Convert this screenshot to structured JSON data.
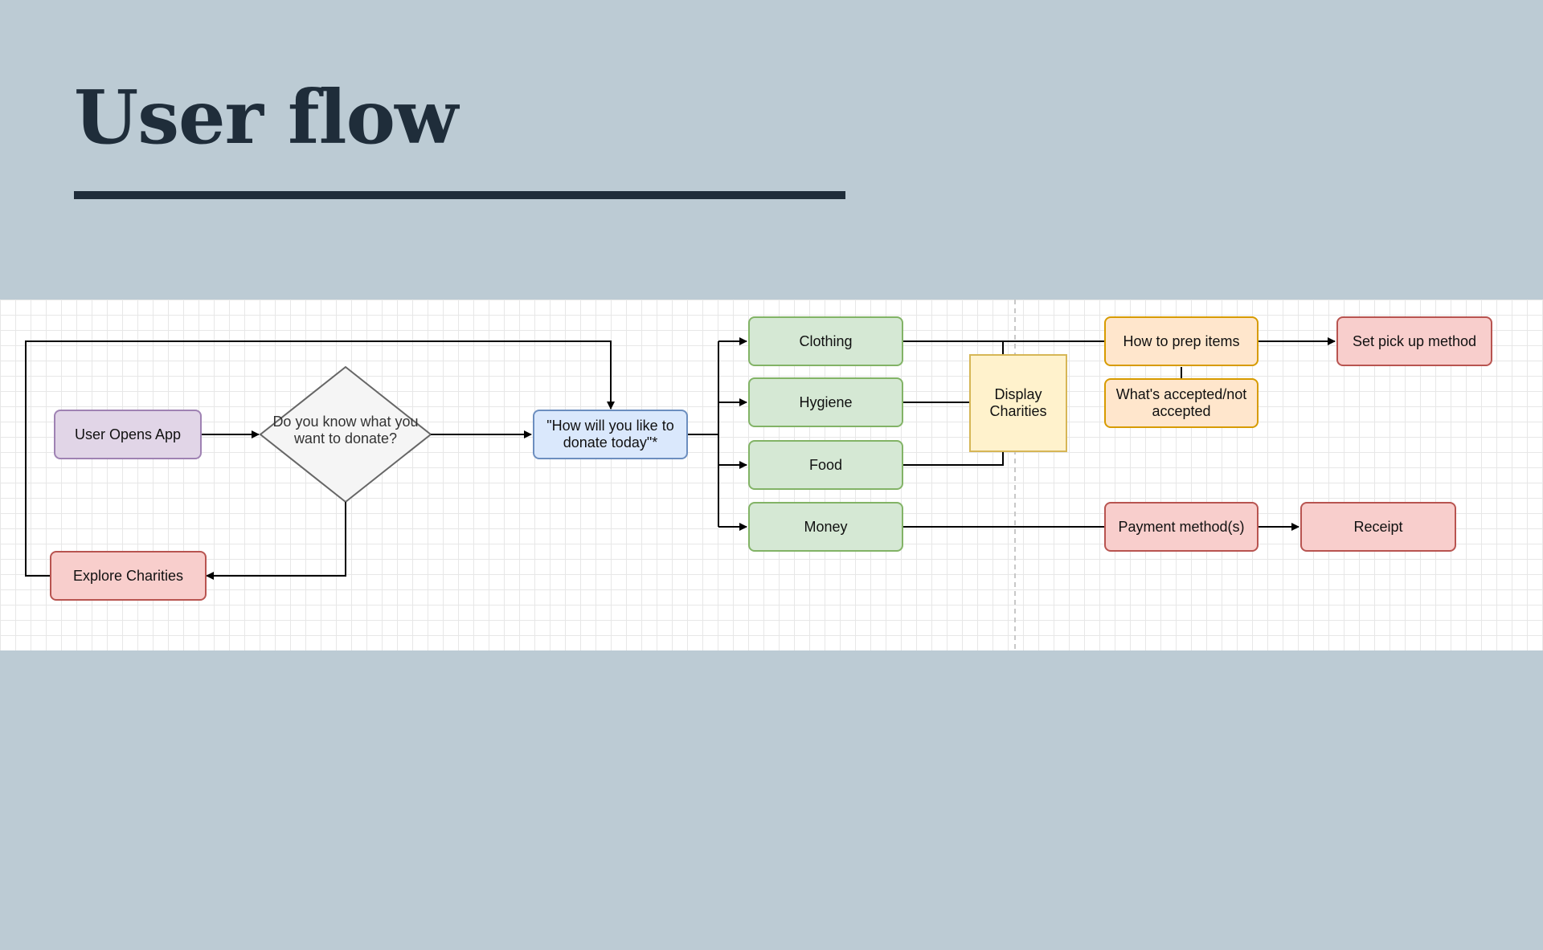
{
  "slide": {
    "title": "User flow"
  },
  "colors": {
    "background": "#bccbd4",
    "title": "#1f2d3a",
    "purple_fill": "#e1d5e7",
    "blue_fill": "#dae8fc",
    "green_fill": "#d5e8d4",
    "orange_fill": "#ffe6cc",
    "yellow_fill": "#fff2cc",
    "red_fill": "#f8cecc"
  },
  "diagram": {
    "start": "User Opens App",
    "decision": "Do you know what you want to donate?",
    "question": "\"How will you like to donate today\"*",
    "explore": "Explore Charities",
    "categories": {
      "clothing": "Clothing",
      "hygiene": "Hygiene",
      "food": "Food",
      "money": "Money"
    },
    "display_charities": "Display Charities",
    "how_to_prep": "How to prep items",
    "whats_accepted": "What's accepted/not accepted",
    "set_pickup": "Set pick up method",
    "payment_methods": "Payment method(s)",
    "receipt": "Receipt"
  }
}
